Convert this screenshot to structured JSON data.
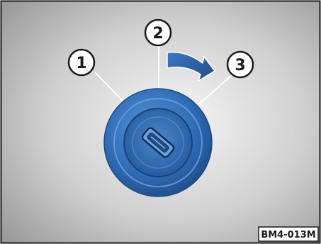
{
  "figure": {
    "code": "BM4-013M",
    "callouts": [
      {
        "label": "1"
      },
      {
        "label": "2"
      },
      {
        "label": "3"
      }
    ]
  },
  "colors": {
    "background_light": "#f4f4f4",
    "background_dark": "#9c9c9c",
    "frame": "#1a1a1a",
    "lock_blue": "#2f6db6",
    "lock_blue_dark": "#1e4a85",
    "arrow_blue": "#2a5ea8",
    "callout_fill": "#ffffff",
    "line_white": "#ffffff"
  }
}
